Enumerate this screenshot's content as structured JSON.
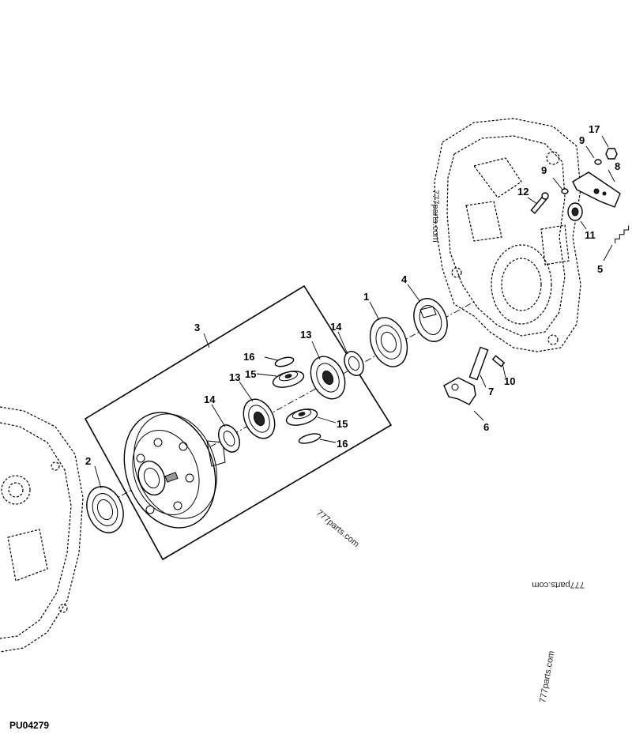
{
  "callouts": {
    "c1": "1",
    "c2": "2",
    "c3": "3",
    "c4": "4",
    "c5": "5",
    "c6": "6",
    "c7": "7",
    "c8": "8",
    "c9a": "9",
    "c9b": "9",
    "c10": "10",
    "c11": "11",
    "c12": "12",
    "c13a": "13",
    "c13b": "13",
    "c14a": "14",
    "c14b": "14",
    "c15a": "15",
    "c15b": "15",
    "c16a": "16",
    "c16b": "16",
    "c17": "17"
  },
  "watermarks": {
    "w1": "777parts.com",
    "w2": "777parts.com",
    "w3": "777parts.com",
    "w4": "777parts.com"
  },
  "figure_id": "PU04279"
}
